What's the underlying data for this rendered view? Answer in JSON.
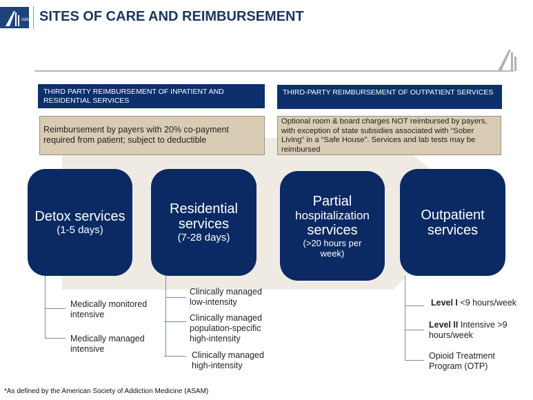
{
  "header": {
    "title": "SITES OF CARE AND REIMBURSEMENT",
    "logo_text": "A&M"
  },
  "reimbursement": {
    "inpatient": {
      "heading": "THIRD PARTY REIMBURSEMENT OF INPATIENT AND RESIDENTIAL SERVICES",
      "note": "Reimbursement by payers with 20% co-payment required from patient; subject to deductible"
    },
    "outpatient": {
      "heading": "THIRD-PARTY REIMBURSEMENT OF OUTPATIENT SERVICES",
      "note": "Optional room & board charges NOT reimbursed by payers, with exception of state subsidies associated with “Sober Living” in a “Safe House”. Services and lab tests may be reimbursed"
    }
  },
  "sites": [
    {
      "title": "Detox services",
      "duration": "(1-5 days)",
      "levels": [
        "Medically monitored intensive",
        "Medically managed intensive"
      ]
    },
    {
      "title": "Residential services",
      "duration": "(7-28 days)",
      "levels": [
        "Clinically managed low-intensity",
        "Clinically managed population-specific high-intensity",
        "Clinically managed high-intensity"
      ]
    },
    {
      "title_line1": "Partial",
      "title_line2": "hospitalization",
      "title_line3": "services",
      "duration": "(>20 hours per week)"
    },
    {
      "title": "Outpatient services",
      "levels": [
        {
          "bold": "Level I",
          "text": " <9 hours/week"
        },
        {
          "bold": "Level II",
          "text": " Intensive >9 hours/week"
        },
        {
          "bold": "",
          "text": "Opioid Treatment Program (OTP)"
        }
      ]
    }
  ],
  "footnote": "*As defined by the American Society  of Addiction Medicine (ASAM)",
  "colors": {
    "navy": "#0b2a63",
    "tan": "#d9ccb4",
    "title": "#17375e"
  }
}
